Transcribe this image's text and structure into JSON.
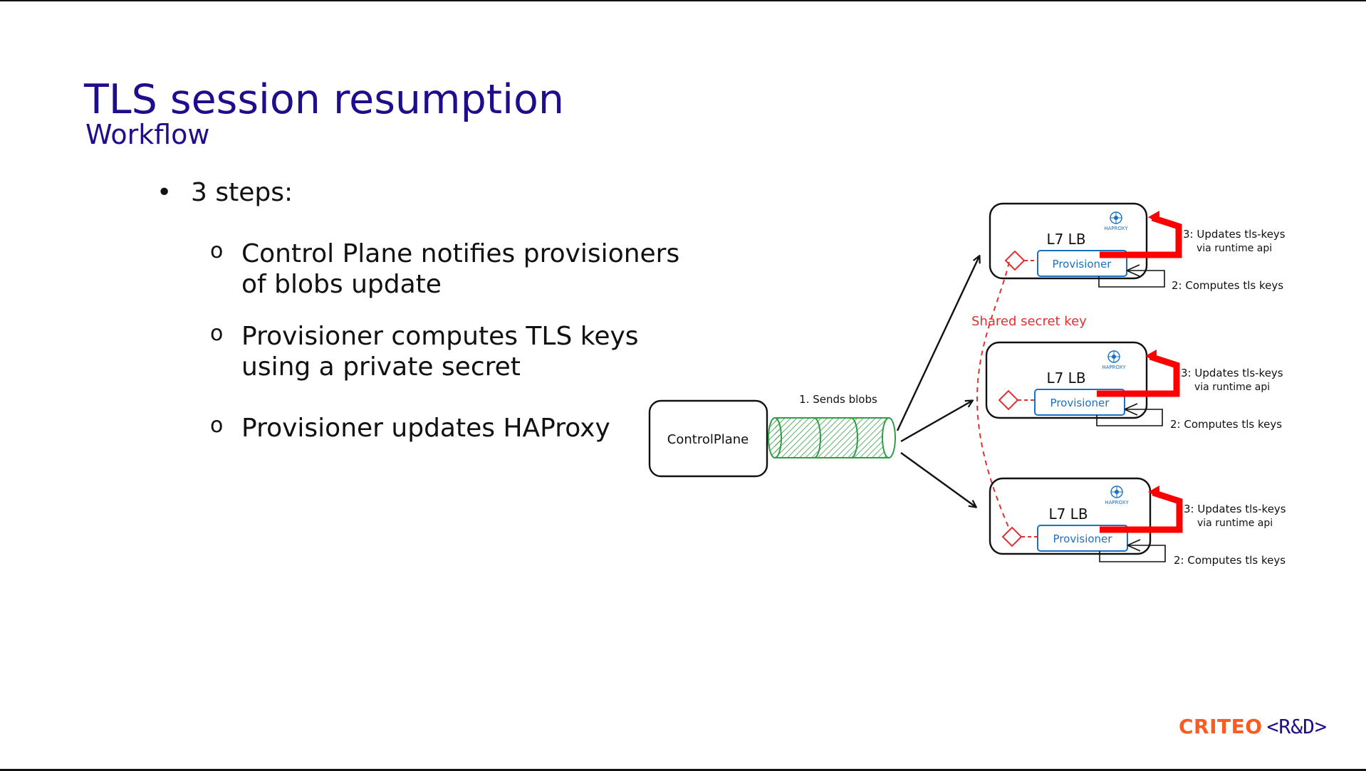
{
  "slide": {
    "title": "TLS session resumption",
    "subtitle": "Workflow"
  },
  "bullets": {
    "main": "3 steps:",
    "items": [
      {
        "lines": [
          "Control Plane notifies provisioners",
          "of blobs update"
        ]
      },
      {
        "lines": [
          "Provisioner computes  TLS keys",
          "using a private secret"
        ]
      },
      {
        "lines": [
          "Provisioner updates HAProxy"
        ]
      }
    ]
  },
  "diagram": {
    "control_plane": "ControlPlane",
    "sends_blobs": "1. Sends blobs",
    "shared_secret": "Shared secret key",
    "lb_label": "L7 LB",
    "provisioner_label": "Provisioner",
    "haproxy_label": "HAPROXY",
    "updates_line1": "3: Updates tls-keys",
    "updates_line2": "via runtime api",
    "computes": "2: Computes tls keys",
    "colors": {
      "red": "#ff0000",
      "blue": "#1971c2",
      "green": "#2f9e44",
      "dashed_red": "#e03131"
    }
  },
  "footer": {
    "brand": "CRITEO",
    "unit": "<R&D>"
  }
}
